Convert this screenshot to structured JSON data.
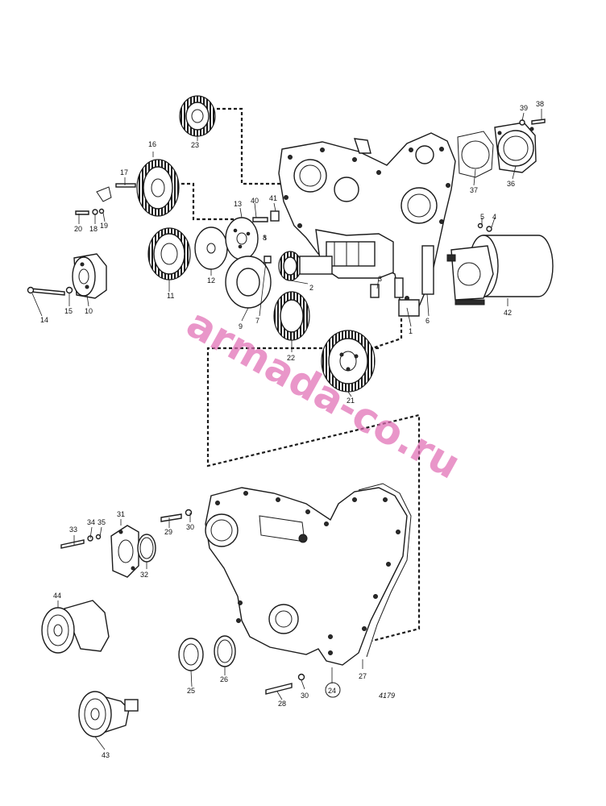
{
  "diagram": {
    "part_labels": [
      "1",
      "2",
      "3",
      "4",
      "5",
      "6",
      "7",
      "8",
      "9",
      "10",
      "11",
      "12",
      "13",
      "14",
      "15",
      "16",
      "17",
      "18",
      "19",
      "20",
      "21",
      "22",
      "23",
      "24",
      "25",
      "26",
      "27",
      "28",
      "29",
      "30",
      "31",
      "32",
      "33",
      "34",
      "35",
      "36",
      "37",
      "38",
      "39",
      "40",
      "41",
      "42",
      "43",
      "44"
    ],
    "circled_label": "24",
    "drawing_code": "4179",
    "watermark": "armada-co.ru",
    "colors": {
      "line": "#1b1b1b",
      "watermark": "#e06db4",
      "background": "#ffffff"
    }
  }
}
